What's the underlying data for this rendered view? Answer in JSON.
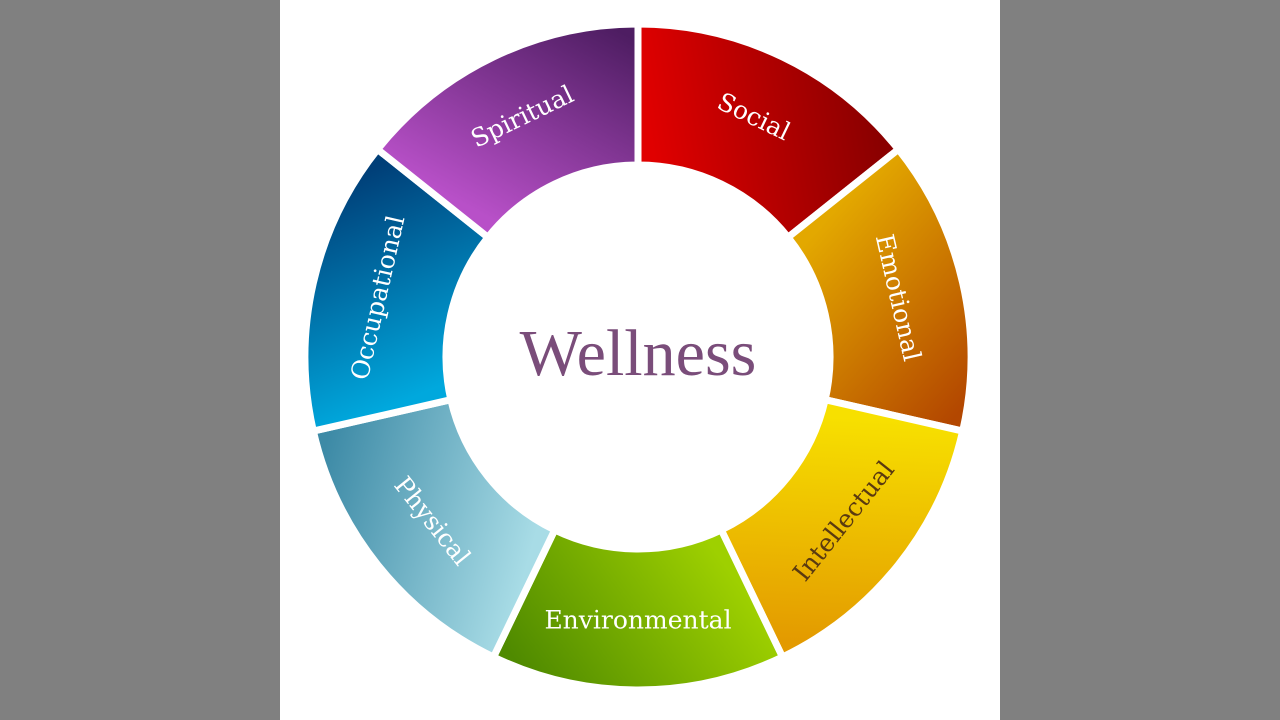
{
  "diagram": {
    "title": "Wellness",
    "title_color": "#7a4d7a",
    "segments": [
      {
        "label": "Social",
        "color_light": "#e00000",
        "color_dark": "#8a0000"
      },
      {
        "label": "Emotional",
        "color_light": "#e3a800",
        "color_dark": "#b34700"
      },
      {
        "label": "Intellectual",
        "color_light": "#f7e000",
        "color_dark": "#e39a00"
      },
      {
        "label": "Environmental",
        "color_light": "#9ed000",
        "color_dark": "#4f8a00"
      },
      {
        "label": "Physical",
        "color_light": "#a8dce6",
        "color_dark": "#3d8aa6"
      },
      {
        "label": "Occupational",
        "color_light": "#00a8dd",
        "color_dark": "#003f78"
      },
      {
        "label": "Spiritual",
        "color_light": "#b850c8",
        "color_dark": "#4e1d62"
      }
    ]
  }
}
